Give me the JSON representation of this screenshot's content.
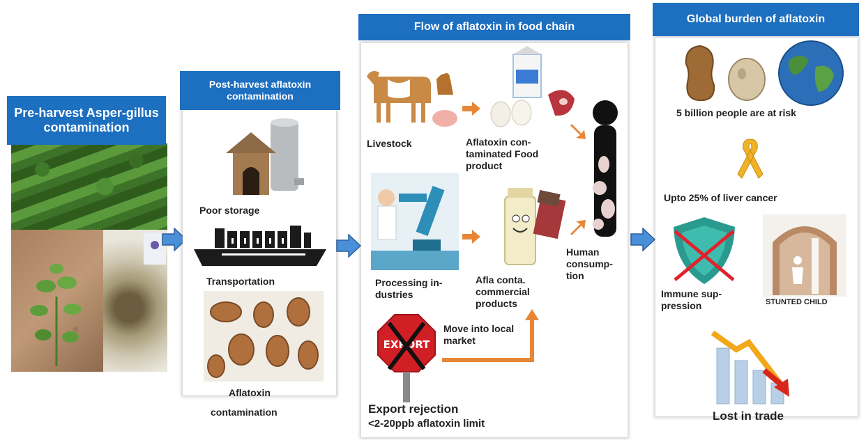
{
  "panels": {
    "preharvest": {
      "title": "Pre-harvest  Asper-gillus contamination"
    },
    "postharvest": {
      "title": "Post-harvest aflatoxin contamination",
      "labels": {
        "storage": "Poor storage",
        "transport": "Transportation",
        "contamination_1": "Aflatoxin",
        "contamination_2": "contamination"
      }
    },
    "foodchain": {
      "title": "Flow of aflatoxin in food chain",
      "labels": {
        "livestock": "Livestock",
        "food_product": "Aflatoxin con-taminated Food product",
        "processing": "Processing in-dustries",
        "commercial": "Afla conta. commercial products",
        "human": "Human consump-tion",
        "local_market": "Move into local market",
        "export_rejection": "Export rejection",
        "limit": "<2-20ppb aflatoxin limit",
        "stamp_text": "EXPORT"
      }
    },
    "global": {
      "title": "Global burden of aflatoxin",
      "labels": {
        "risk": "5 billion people are at risk",
        "cancer": "Upto 25% of liver cancer",
        "immune": "Immune sup-pression",
        "stunted": "STUNTED CHILD",
        "trade": "Lost in trade"
      }
    }
  },
  "colors": {
    "header_blue": "#1d6fc0",
    "arrow_blue": "#4a90d9",
    "orange": "#e88638"
  }
}
